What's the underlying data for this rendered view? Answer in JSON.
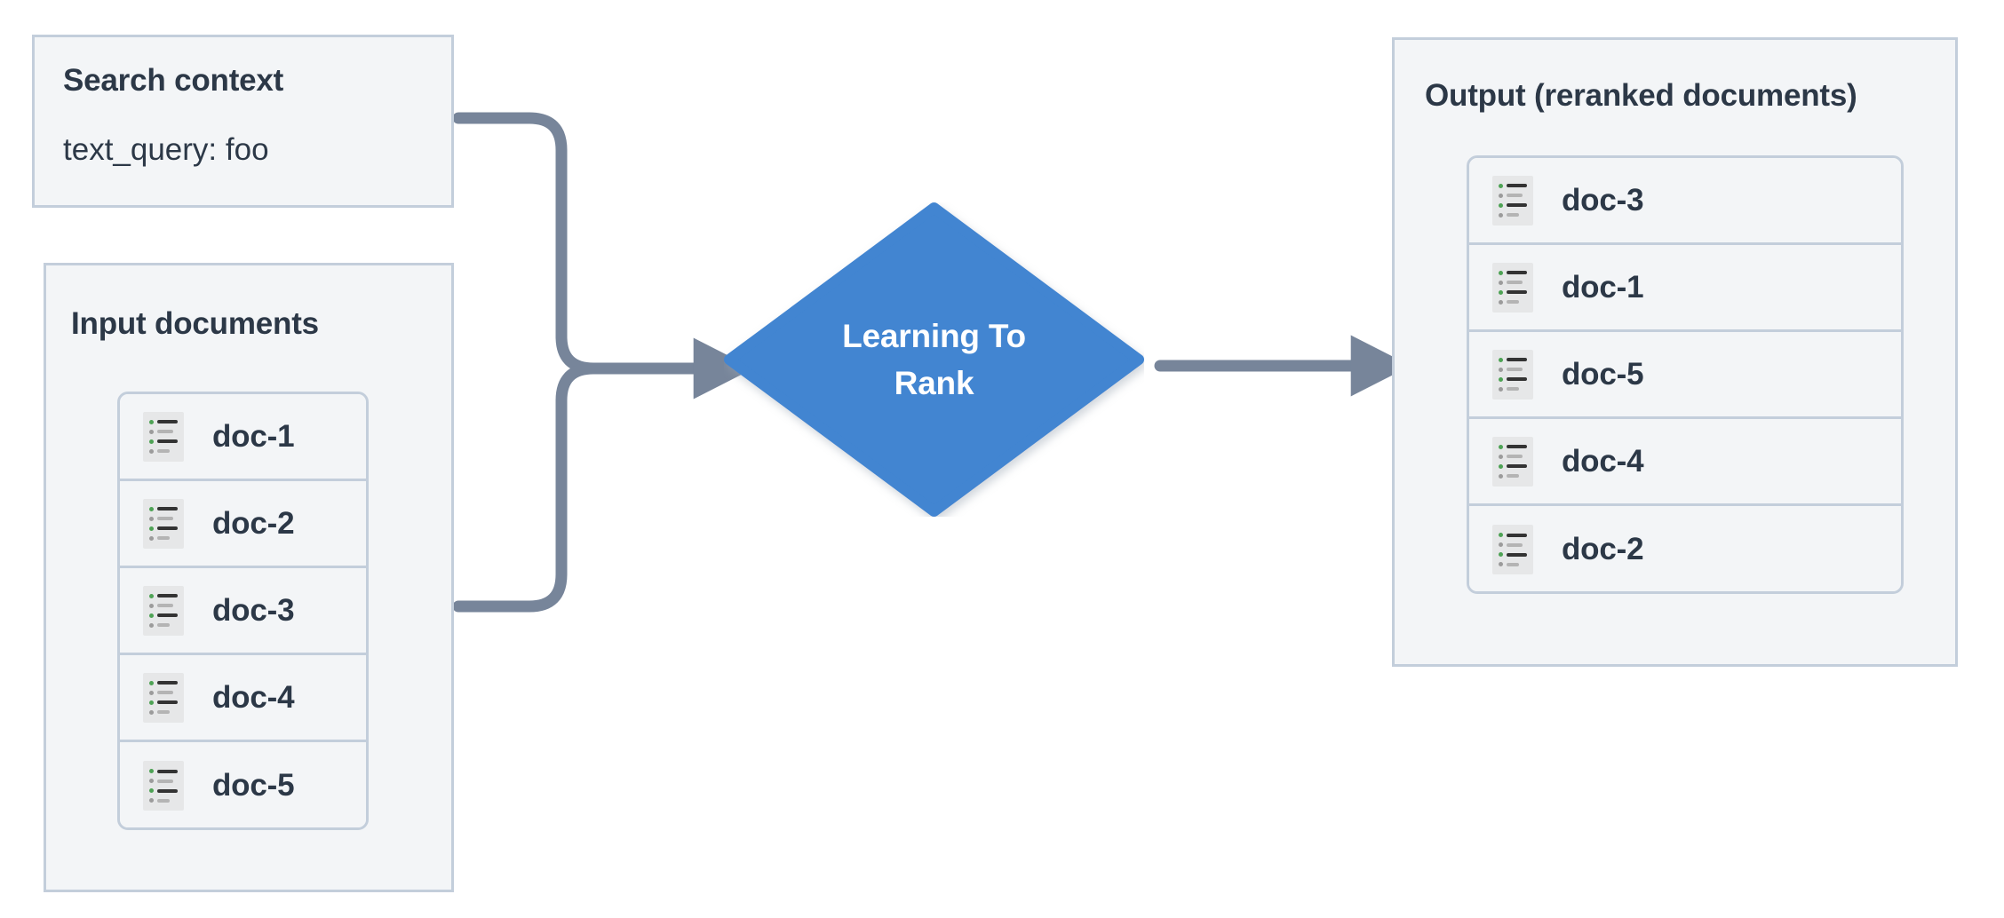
{
  "diagram": {
    "title": "Learning To Rank reranking flow",
    "colors": {
      "panel_fill": "#f3f5f7",
      "panel_border": "#c3cedb",
      "text_dark": "#2c3847",
      "node_blue": "#4285d1",
      "connector_gray": "#77859a",
      "icon_green": "#4da254",
      "icon_bg": "#e6e7e8"
    }
  },
  "search_context": {
    "title": "Search context",
    "query_line": "text_query: foo"
  },
  "input_documents": {
    "title": "Input documents",
    "docs": [
      {
        "label": "doc-1",
        "icon": "document-list-icon"
      },
      {
        "label": "doc-2",
        "icon": "document-list-icon"
      },
      {
        "label": "doc-3",
        "icon": "document-list-icon"
      },
      {
        "label": "doc-4",
        "icon": "document-list-icon"
      },
      {
        "label": "doc-5",
        "icon": "document-list-icon"
      }
    ]
  },
  "process_node": {
    "label_line1": "Learning To",
    "label_line2": "Rank",
    "shape": "diamond"
  },
  "output": {
    "title": "Output (reranked documents)",
    "docs": [
      {
        "label": "doc-3",
        "icon": "document-list-icon"
      },
      {
        "label": "doc-1",
        "icon": "document-list-icon"
      },
      {
        "label": "doc-5",
        "icon": "document-list-icon"
      },
      {
        "label": "doc-4",
        "icon": "document-list-icon"
      },
      {
        "label": "doc-2",
        "icon": "document-list-icon"
      }
    ]
  },
  "connectors": [
    {
      "name": "search-context-to-ltr",
      "from": "search_context",
      "to": "process_node",
      "style": "elbow-arrow"
    },
    {
      "name": "input-documents-to-ltr",
      "from": "input_documents",
      "to": "process_node",
      "style": "elbow-arrow"
    },
    {
      "name": "ltr-to-output",
      "from": "process_node",
      "to": "output",
      "style": "straight-arrow"
    }
  ]
}
